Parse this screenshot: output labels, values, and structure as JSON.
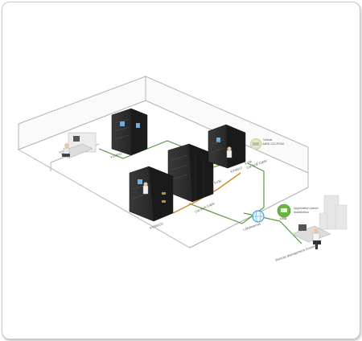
{
  "labels": {
    "rack_left": "KVM011",
    "rack_center": "KVM012",
    "rack_front": "KVM0121",
    "virtual_usb": [
      "Virtual",
      "USB CD-ROM"
    ],
    "cable_front": "Cat 5e/6 Cable",
    "cable_back_top": "KVM",
    "cable_back_bottom": "Cat 5e/6 Cable",
    "lan_internet": "LAN/Internet",
    "app_panel": [
      "Application panel",
      "installation"
    ],
    "usb_badge": "USB",
    "remote_mgmt": "Remote Management Console"
  },
  "colors": {
    "cable_green": "#5a9a3a",
    "cable_orange": "#d08a2a",
    "wall_line": "#b0b0b0",
    "rack_dark": "#2a2a2a",
    "accent_green": "#6cb33f",
    "lan_blue": "#4aa3d8"
  }
}
